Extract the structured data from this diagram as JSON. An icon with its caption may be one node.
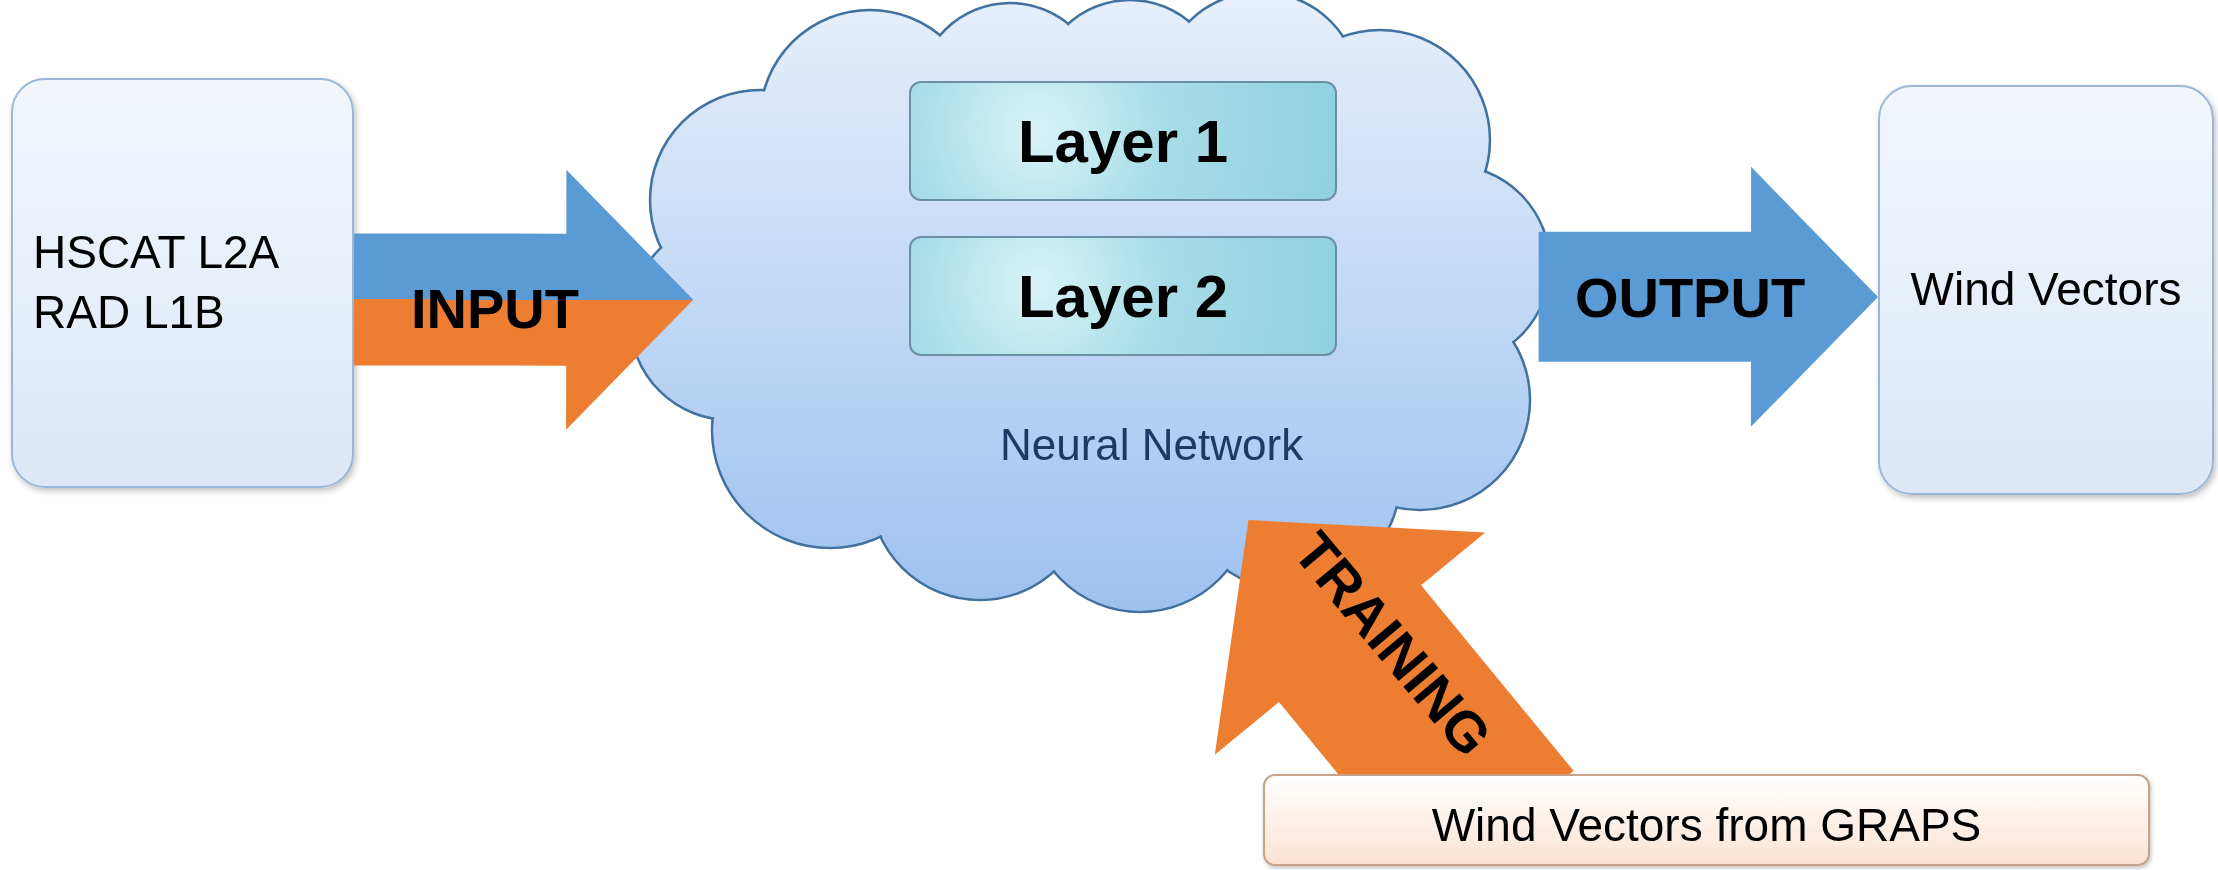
{
  "diagram": {
    "nodes": [
      {
        "text": [
          "HSCAT L2A RAD L1B"
        ]
      },
      {
        "text": [
          "Neural Network"
        ]
      },
      {
        "text": [
          "Layer 1"
        ],
        "in": 1
      },
      {
        "text": [
          "Layer 2"
        ],
        "in": 1
      },
      {
        "text": [
          "Wind Vectors"
        ]
      },
      {
        "text": [
          "Wind Vectors from GRAPS"
        ]
      }
    ],
    "edges": [
      {
        "from": 0,
        "to": 1,
        "arrow": "to",
        "label": "INPUT"
      },
      {
        "from": 1,
        "to": 4,
        "arrow": "to",
        "label": "OUTPUT"
      },
      {
        "from": 5,
        "to": 1,
        "arrow": "to",
        "label": "TRAINING",
        "color": "#ed7d31"
      }
    ]
  }
}
